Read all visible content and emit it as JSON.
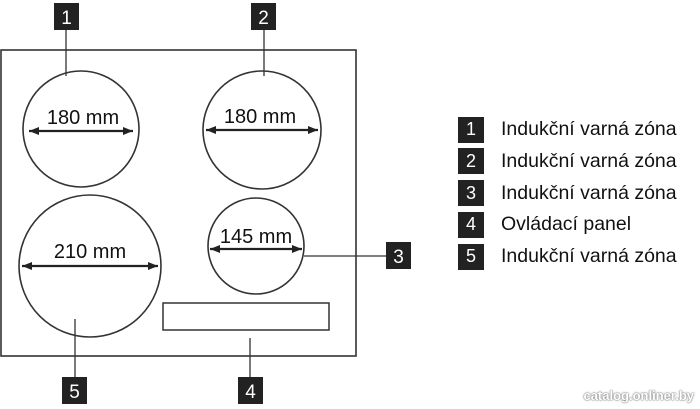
{
  "zones": [
    {
      "number": "1",
      "diameter_label": "180 mm"
    },
    {
      "number": "2",
      "diameter_label": "180 mm"
    },
    {
      "number": "3",
      "diameter_label": "145 mm"
    },
    {
      "number": "4"
    },
    {
      "number": "5",
      "diameter_label": "210 mm"
    }
  ],
  "legend": [
    {
      "number": "1",
      "label": "Indukční varná zóna"
    },
    {
      "number": "2",
      "label": "Indukční varná zóna"
    },
    {
      "number": "3",
      "label": "Indukční varná zóna"
    },
    {
      "number": "4",
      "label": "Ovládací panel"
    },
    {
      "number": "5",
      "label": "Indukční varná zóna"
    }
  ],
  "watermark": "catalog.onliner.by",
  "colors": {
    "marker": "#222222",
    "line": "#333333",
    "background": "#ffffff"
  }
}
